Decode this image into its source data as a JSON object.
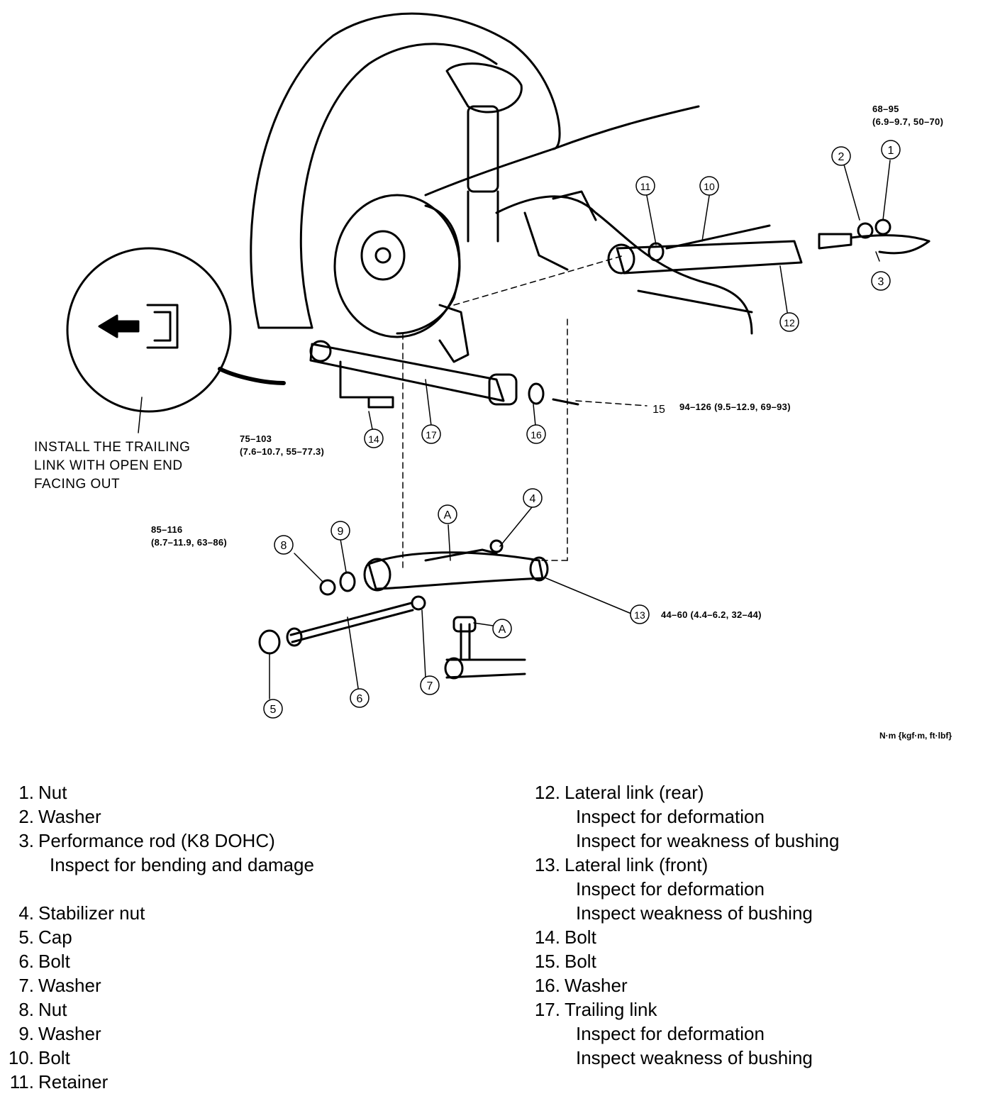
{
  "note": "INSTALL THE TRAILING\nLINK WITH OPEN END\nFACING OUT",
  "callout_numbers": [
    "1",
    "2",
    "3",
    "4",
    "5",
    "6",
    "7",
    "8",
    "9",
    "10",
    "11",
    "12",
    "13",
    "14",
    "15",
    "16",
    "17"
  ],
  "ref_letter": "A",
  "torques": {
    "t1": "68–95\n(6.9–9.7, 50–70)",
    "t15": "94–126 (9.5–12.9, 69–93)",
    "t14": "75–103\n(7.6–10.7, 55–77.3)",
    "t8": "85–116\n(8.7–11.9, 63–86)",
    "t13": "44–60 (4.4–6.2, 32–44)"
  },
  "units": "N·m {kgf·m, ft·lbf}",
  "legend_left": [
    {
      "num": "1.",
      "label": "Nut",
      "sub": []
    },
    {
      "num": "2.",
      "label": "Washer",
      "sub": []
    },
    {
      "num": "3.",
      "label": "Performance rod (K8 DOHC)",
      "sub": [
        "Inspect for bending and damage"
      ]
    },
    {
      "num": "4.",
      "label": "Stabilizer nut",
      "sub": [],
      "gap": true
    },
    {
      "num": "5.",
      "label": "Cap",
      "sub": []
    },
    {
      "num": "6.",
      "label": "Bolt",
      "sub": []
    },
    {
      "num": "7.",
      "label": "Washer",
      "sub": []
    },
    {
      "num": "8.",
      "label": "Nut",
      "sub": []
    },
    {
      "num": "9.",
      "label": "Washer",
      "sub": []
    },
    {
      "num": "10.",
      "label": "Bolt",
      "sub": []
    },
    {
      "num": "11.",
      "label": "Retainer",
      "sub": []
    }
  ],
  "legend_right": [
    {
      "num": "12.",
      "label": "Lateral link (rear)",
      "sub": [
        "Inspect for deformation",
        "Inspect for weakness of bushing"
      ]
    },
    {
      "num": "13.",
      "label": "Lateral link (front)",
      "sub": [
        "Inspect for deformation",
        "Inspect weakness of bushing"
      ]
    },
    {
      "num": "14.",
      "label": "Bolt",
      "sub": []
    },
    {
      "num": "15.",
      "label": "Bolt",
      "sub": []
    },
    {
      "num": "16.",
      "label": "Washer",
      "sub": []
    },
    {
      "num": "17.",
      "label": "Trailing link",
      "sub": [
        "Inspect for deformation",
        "Inspect weakness of bushing"
      ]
    }
  ]
}
